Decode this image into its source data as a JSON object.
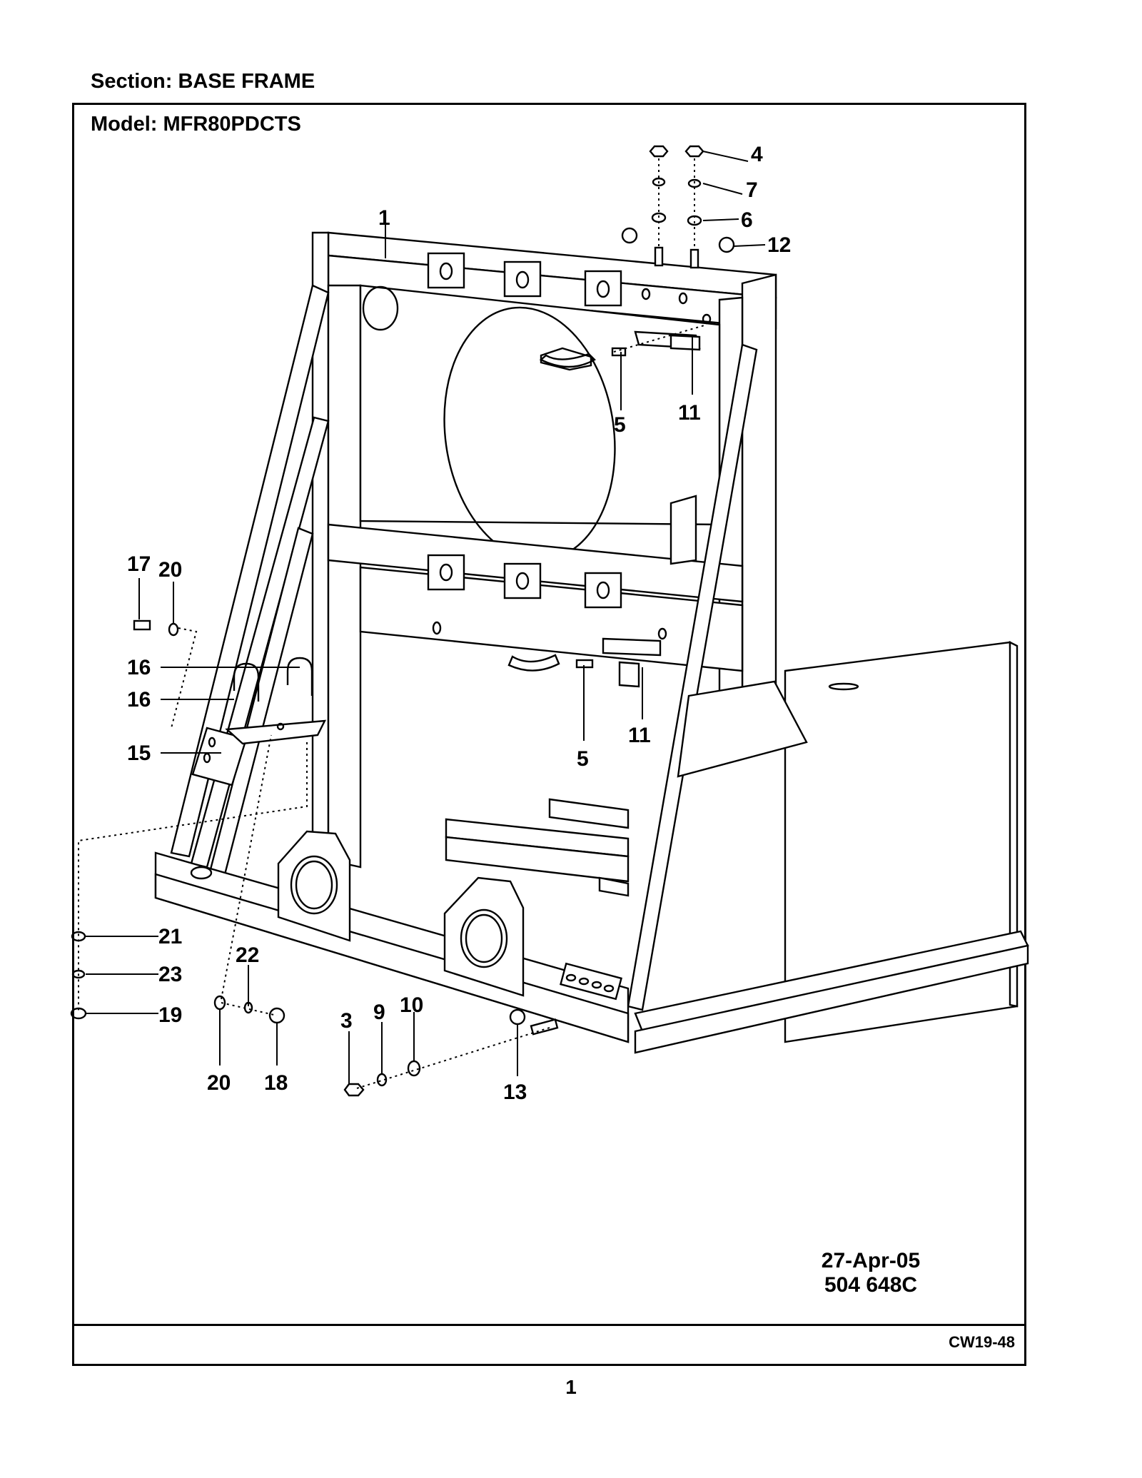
{
  "header": {
    "section_label": "Section:  BASE FRAME",
    "model_label": "Model:  MFR80PDCTS"
  },
  "diagram": {
    "callouts": [
      "1",
      "4",
      "7",
      "6",
      "12",
      "5",
      "11",
      "17",
      "20",
      "16",
      "16",
      "15",
      "11",
      "5",
      "21",
      "22",
      "23",
      "19",
      "20",
      "18",
      "3",
      "9",
      "10",
      "13"
    ]
  },
  "footer": {
    "date": "27-Apr-05",
    "part_number": "504 648C",
    "drawing_code": "CW19-48",
    "page_number": "1"
  }
}
